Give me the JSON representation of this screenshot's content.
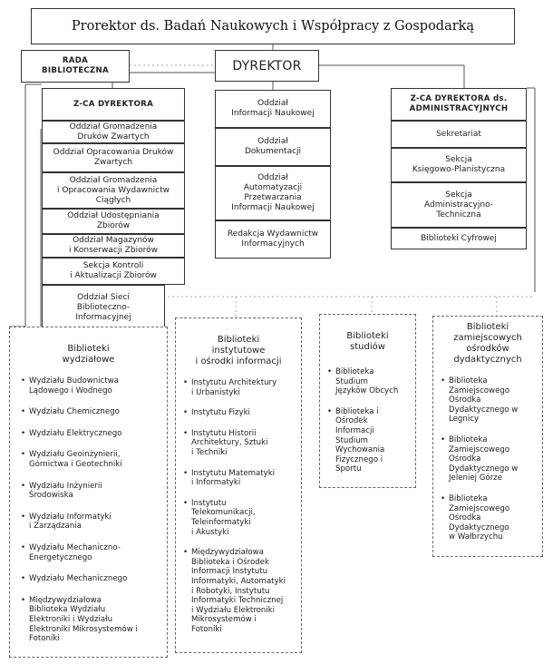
{
  "header": {
    "title": "Prorektor ds. Badań Naukowych i Współpracy z Gospodarką"
  },
  "rada": {
    "label": "RADA\nBIBLIOTECZNA"
  },
  "dyrektor": {
    "label": "DYREKTOR"
  },
  "left_branch": {
    "head": "Z-CA DYREKTORA",
    "units": [
      "Oddział Gromadzenia\nDruków Zwartych",
      "Oddział Opracowania Druków\nZwartych",
      "Oddział Gromadzenia\ni Opracowania Wydawnictw\nCiągłych",
      "Oddział Udostępniania\nZbiorów",
      "Oddział Magazynów\ni Konserwacji Zbiorów",
      "Sekcja Kontroli\ni Aktualizacji Zbiorów",
      "Oddział Sieci\nBiblioteczno-\nInformacyjnej"
    ]
  },
  "center_branch": {
    "units": [
      "Oddział\nInformacji Naukowej",
      "Oddział\nDokumentacji",
      "Oddział\nAutomatyzacji\nPrzetwarzania\nInformacji Naukowej",
      "Redakcja Wydawnictw\nInformacyjnych"
    ]
  },
  "right_branch": {
    "head": "Z-CA DYREKTORA ds.\nADMINISTRACYJNYCH",
    "units": [
      "Sekretariat",
      "Sekcja\nKsięgowo-Planistyczna",
      "Sekcja\nAdministracyjno-\nTechniczna",
      "Biblioteki Cyfrowej"
    ]
  },
  "departments": [
    {
      "title": "Biblioteki\nwydziałowe",
      "items": [
        "Wydziału Budownictwa\nLądowego i Wodnego",
        "Wydziału Chemicznego",
        "Wydziału Elektrycznego",
        "Wydziału Geoinżynierii,\nGórnictwa i Geotechniki",
        "Wydziału Inżynierii\nŚrodowiska",
        "Wydziału Informatyki\ni Zarządzania",
        "Wydziału Mechaniczno-\nEnergetycznego",
        "Wydziału Mechanicznego",
        "Międzywydziałowa\nBiblioteka Wydziału\nElektroniki i Wydziału\nElektroniki Mikrosystemów i\nFotoniki"
      ]
    },
    {
      "title": "Biblioteki\ninstytutowe\ni ośrodki informacji",
      "items": [
        "Instytutu Architektury\ni Urbanistyki",
        "Instytutu Fizyki",
        "Instytutu Historii\nArchitektury, Sztuki\ni Techniki",
        "Instytutu Matematyki\ni Informatyki",
        "Instytutu\nTelekomunikacji,\nTeleinformatyki\ni Akustyki",
        "Międzywydziałowa\nBiblioteka i Ośrodek\nInformacji Instytutu\nInformatyki, Automatyki\ni Robotyki, Instytutu\nInformatyki Technicznej\ni Wydziału Elektroniki\nMikrosystemów i\nFotoniki"
      ]
    },
    {
      "title": "Biblioteki\nstudiów",
      "items": [
        "Biblioteka\nStudium\nJęzyków Obcych",
        "Biblioteka i\nOśrodek\nInformacji\nStudium\nWychowania\nFizycznego i\nSportu"
      ]
    },
    {
      "title": "Biblioteki\nzamiejscowych\nośrodków\ndydaktycznych",
      "items": [
        "Biblioteka\nZamiejscowego\nOśrodka\nDydaktycznego w\nLegnicy",
        "Biblioteka\nZamiejscowego\nOśrodka\nDydaktycznego w\nJeleniej Górze",
        "Biblioteka\nZamiejscowego\nOśrodka\nDydaktycznego\nw Wałbrzychu"
      ]
    }
  ]
}
